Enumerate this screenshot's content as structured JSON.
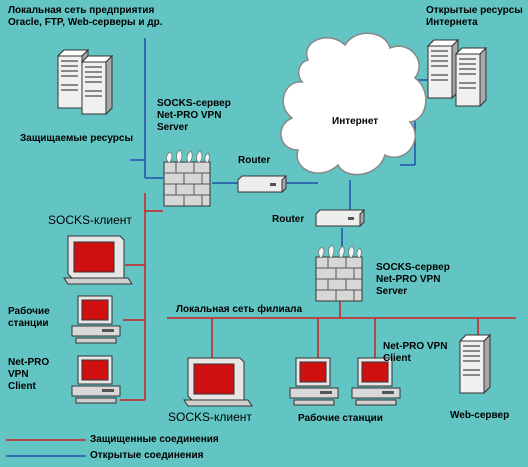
{
  "labels": {
    "corp_lan": "Локальная сеть предприятия\nOracle, FTP, Web-серверы и др.",
    "protected": "Защищаемые ресурсы",
    "socks_server_top": "SOCKS-сервер\nNet-PRO VPN\nServer",
    "router_top": "Router",
    "internet": "Интернет",
    "open_resources": "Открытые ресурсы\nИнтернета",
    "router_mid": "Router",
    "socks_server_branch": "SOCKS-сервер\nNet-PRO VPN\nServer",
    "branch_lan": "Локальная сеть филиала",
    "socks_client_left": "SOCKS-клиент",
    "workstations_left": "Рабочие\nстанции",
    "vpn_client_left": "Net-PRO\nVPN\nClient",
    "vpn_client_right": "Net-PRO VPN\nClient",
    "socks_client_bottom": "SOCKS-клиент",
    "workstations_bottom": "Рабочие станции",
    "web_server": "Web-сервер"
  },
  "legend": {
    "protected": "Защищенные соединения",
    "open": "Открытые соединения"
  },
  "colors": {
    "background": "#63c5c3",
    "protected_line": "#cc1f1f",
    "open_line": "#1f4fa8",
    "screen": "#d01010"
  }
}
